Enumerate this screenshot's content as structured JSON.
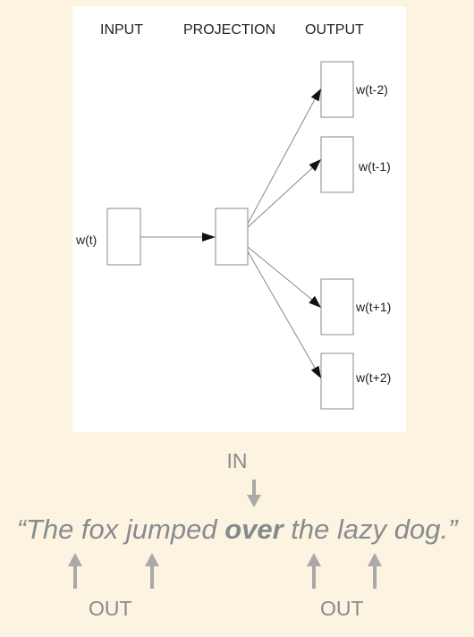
{
  "diagram": {
    "headers": {
      "input": "INPUT",
      "projection": "PROJECTION",
      "output": "OUTPUT"
    },
    "input_word": "w(t)",
    "output_words": [
      "w(t-2)",
      "w(t-1)",
      "w(t+1)",
      "w(t+2)"
    ]
  },
  "caption": {
    "in_label": "IN",
    "out_label": "OUT",
    "sentence": {
      "open_quote": "“",
      "before": "The fox jumped ",
      "focus": "over",
      "after": " the lazy dog.",
      "close_quote": "”"
    }
  },
  "colors": {
    "background": "#fdf3e1",
    "caption_gray": "#868c8f",
    "arrow_gray": "#a9a9a9"
  }
}
